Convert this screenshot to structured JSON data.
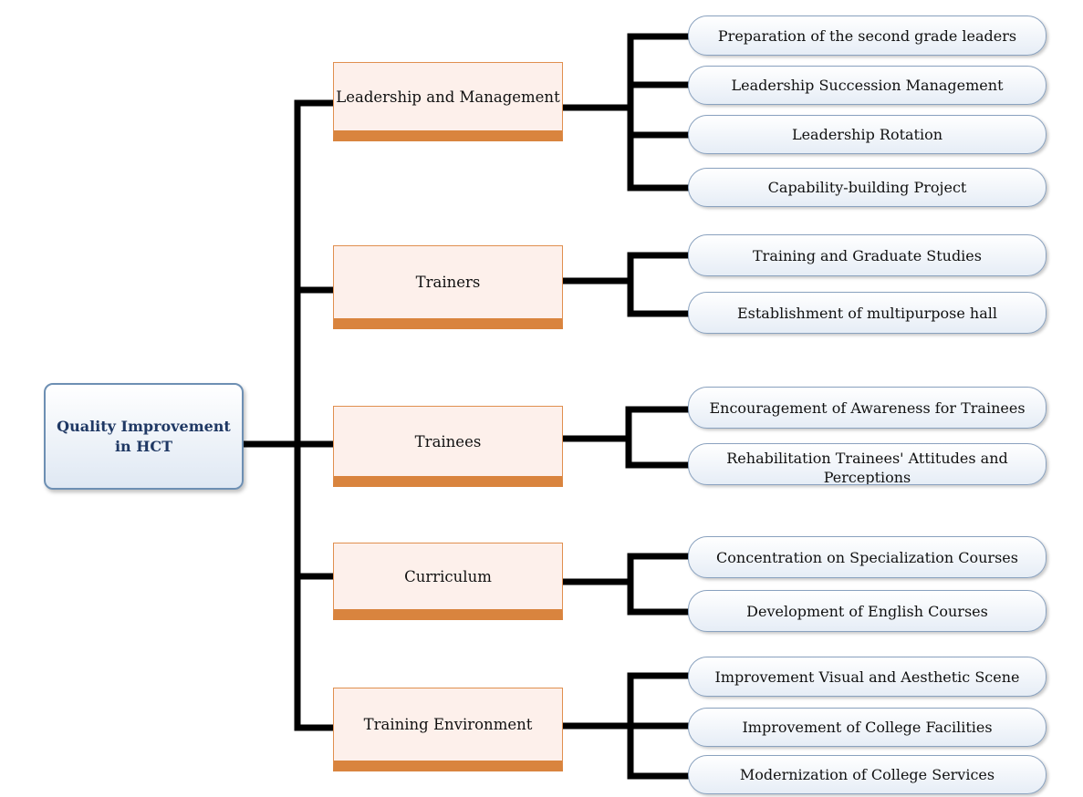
{
  "root": {
    "label": "Quality Improvement in HCT"
  },
  "categories": [
    {
      "label": "Leadership and Management",
      "items": [
        "Preparation of the second grade leaders",
        "Leadership Succession Management",
        "Leadership Rotation",
        "Capability-building Project"
      ]
    },
    {
      "label": "Trainers",
      "items": [
        "Training and Graduate Studies",
        "Establishment of multipurpose hall"
      ]
    },
    {
      "label": "Trainees",
      "items": [
        "Encouragement of Awareness for Trainees",
        "Rehabilitation Trainees' Attitudes and Perceptions"
      ]
    },
    {
      "label": "Curriculum",
      "items": [
        "Concentration on Specialization Courses",
        "Development of English Courses"
      ]
    },
    {
      "label": "Training Environment",
      "items": [
        "Improvement Visual and Aesthetic Scene",
        "Improvement of College Facilities",
        "Modernization of College Services"
      ]
    }
  ],
  "colors": {
    "connector": "#000000",
    "category_fill": "#fdf0eb",
    "category_border": "#e08f4f",
    "category_bar": "#d9843e",
    "root_border": "#6d8fb3",
    "root_text": "#1f3864",
    "leaf_border": "#8aa2bf"
  }
}
